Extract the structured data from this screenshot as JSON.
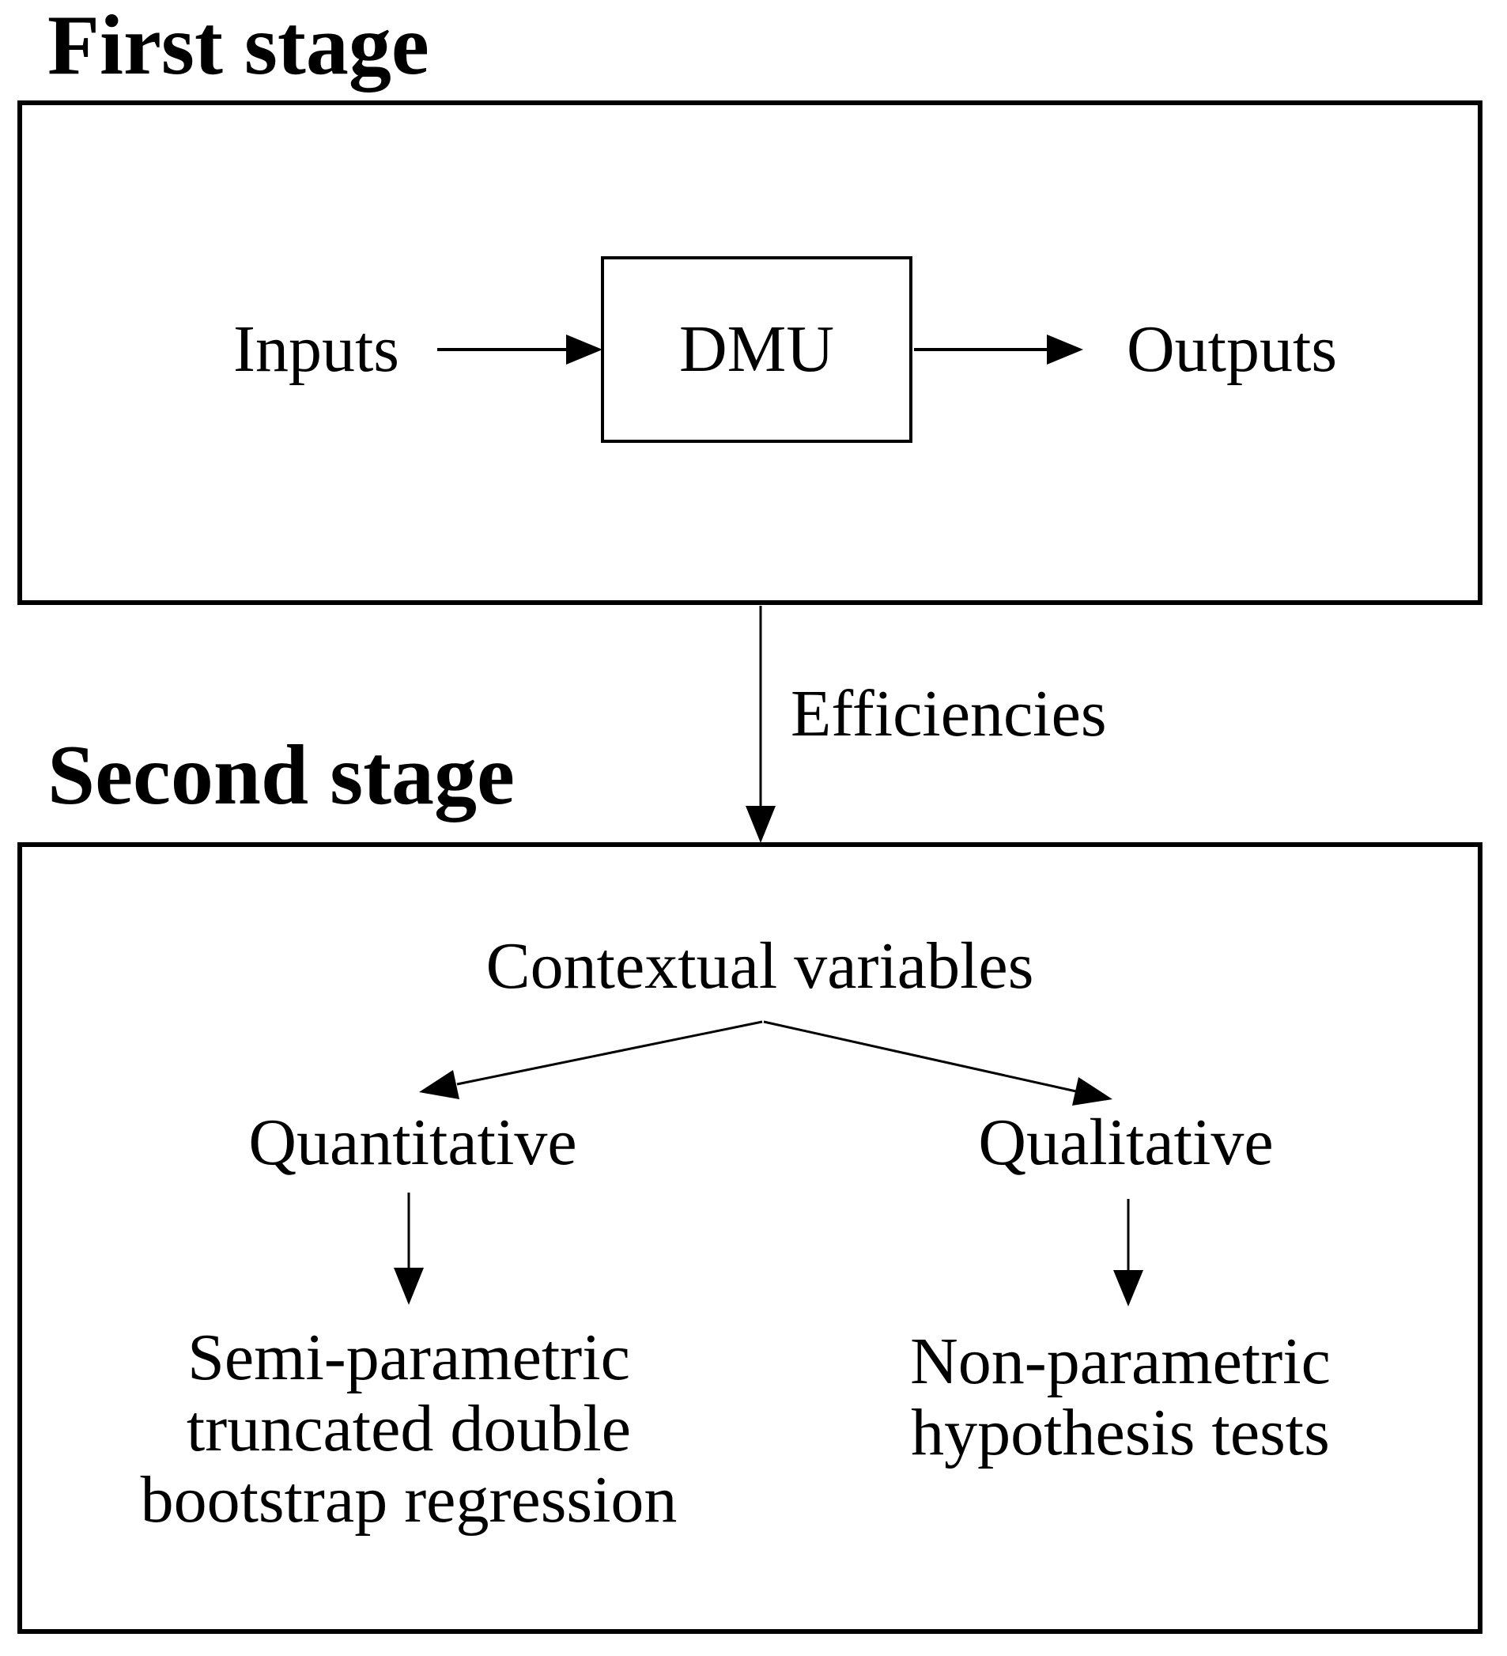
{
  "diagram": {
    "colors": {
      "ink": "#000000",
      "background": "#ffffff"
    },
    "first_stage": {
      "title": "First stage",
      "inputs_label": "Inputs",
      "dmu_label": "DMU",
      "outputs_label": "Outputs"
    },
    "connector": {
      "efficiencies_label": "Efficiencies"
    },
    "second_stage": {
      "title": "Second stage",
      "contextual_label": "Contextual variables",
      "quantitative_label": "Quantitative",
      "qualitative_label": "Qualitative",
      "quantitative_method_lines": [
        "Semi-parametric",
        "truncated double",
        "bootstrap regression"
      ],
      "qualitative_method_lines": [
        "Non-parametric",
        "hypothesis tests"
      ]
    }
  }
}
